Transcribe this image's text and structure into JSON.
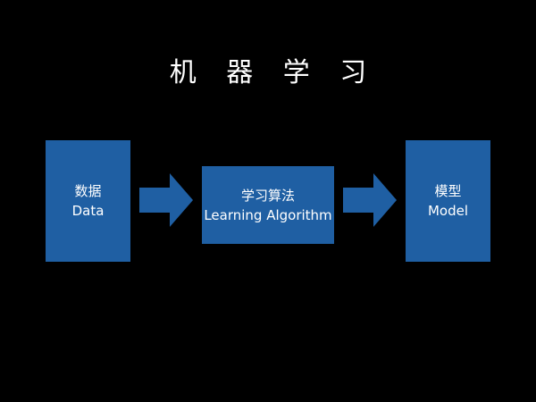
{
  "title": "机 器 学 习",
  "colors": {
    "background": "#000000",
    "box_fill": "#1f5fa3",
    "text": "#ffffff"
  },
  "nodes": [
    {
      "cn": "数据",
      "en": "Data"
    },
    {
      "cn": "学习算法",
      "en": "Learning Algorithm"
    },
    {
      "cn": "模型",
      "en": "Model"
    }
  ],
  "edges": [
    {
      "from": "数据",
      "to": "学习算法"
    },
    {
      "from": "学习算法",
      "to": "模型"
    }
  ]
}
